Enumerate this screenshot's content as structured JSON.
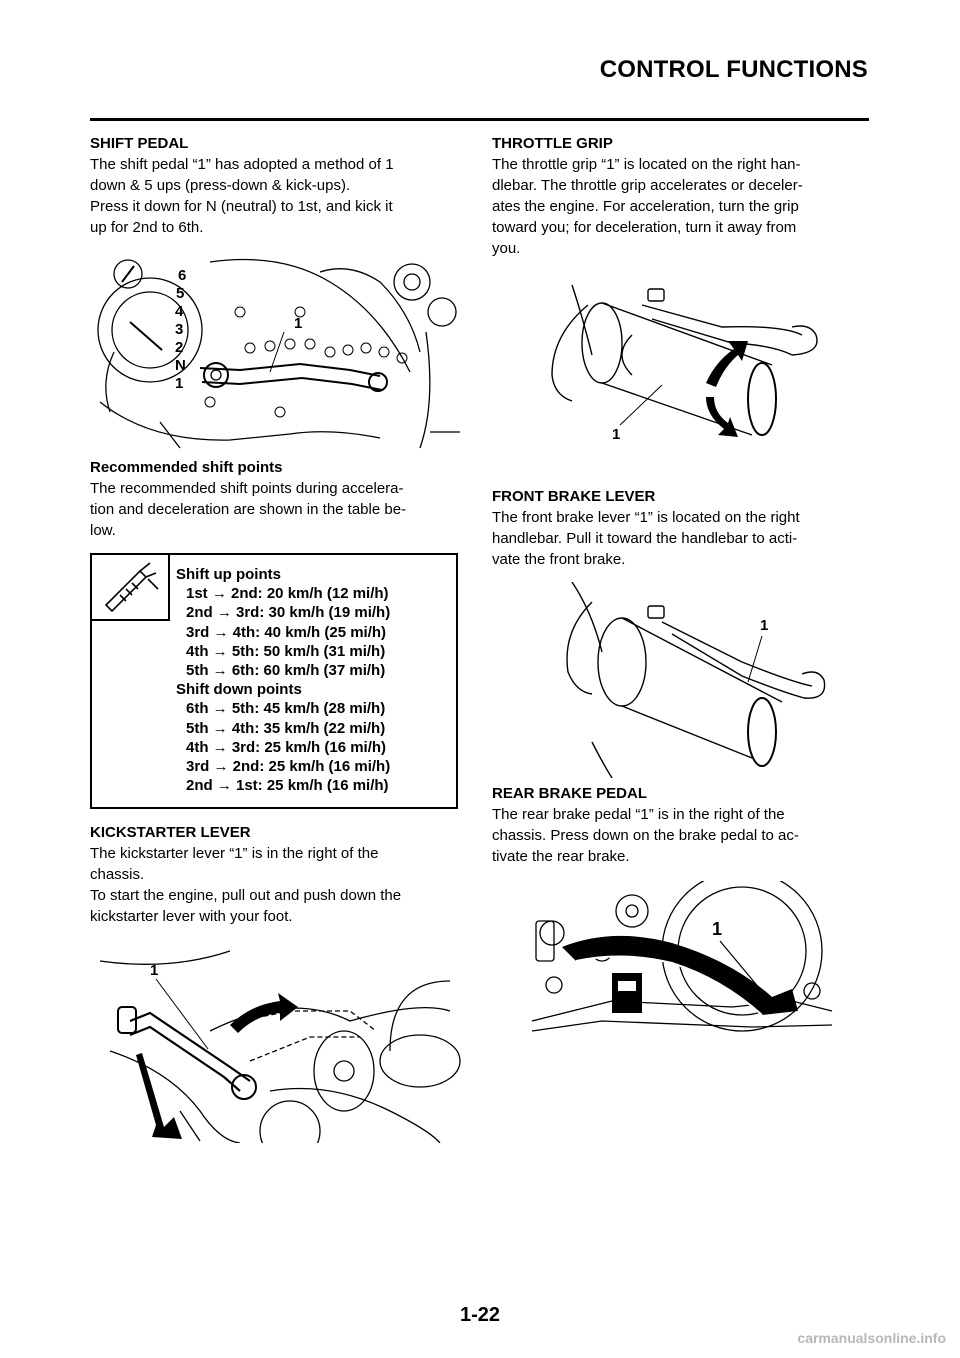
{
  "header": {
    "title": "CONTROL FUNCTIONS"
  },
  "shift_pedal": {
    "heading": "SHIFT PEDAL",
    "lines": [
      "The shift pedal “1” has adopted a method of 1",
      "down & 5 ups (press-down & kick-ups).",
      "Press it down for N (neutral) to 1st, and kick it",
      "up for 2nd to 6th."
    ],
    "figure_labels": [
      "6",
      "5",
      "4",
      "3",
      "2",
      "N",
      "1",
      "1"
    ]
  },
  "recommended": {
    "heading": "Recommended shift points",
    "lines": [
      "The recommended shift points during accelera-",
      "tion and deceleration are shown in the table be-",
      "low."
    ],
    "up_title": "Shift up points",
    "up": [
      "1st → 2nd: 20 km/h (12 mi/h)",
      "2nd → 3rd: 30 km/h (19 mi/h)",
      "3rd → 4th: 40 km/h (25 mi/h)",
      "4th → 5th: 50 km/h (31 mi/h)",
      "5th → 6th: 60 km/h (37 mi/h)"
    ],
    "down_title": "Shift down points",
    "down": [
      "6th → 5th: 45 km/h (28 mi/h)",
      "5th → 4th: 35 km/h (22 mi/h)",
      "4th → 3rd: 25 km/h (16 mi/h)",
      "3rd → 2nd: 25 km/h (16 mi/h)",
      "2nd → 1st: 25 km/h (16 mi/h)"
    ]
  },
  "kickstarter": {
    "heading": "KICKSTARTER LEVER",
    "lines": [
      "The kickstarter lever “1” is in the right of the",
      "chassis.",
      "To start the engine, pull out and push down the",
      "kickstarter lever with your foot."
    ],
    "figure_label": "1"
  },
  "throttle": {
    "heading": "THROTTLE GRIP",
    "lines": [
      "The throttle grip “1” is located on the right han-",
      "dlebar. The throttle grip accelerates or deceler-",
      "ates the engine. For acceleration, turn the grip",
      "toward you; for deceleration, turn it away from",
      "you."
    ],
    "figure_label": "1"
  },
  "front_brake": {
    "heading": "FRONT BRAKE LEVER",
    "lines": [
      "The front brake lever “1” is located on the right",
      "handlebar. Pull it toward the handlebar to acti-",
      "vate the front brake."
    ],
    "figure_label": "1"
  },
  "rear_brake": {
    "heading": "REAR BRAKE PEDAL",
    "lines": [
      "The rear brake pedal “1” is in the right of the",
      "chassis. Press down on the brake pedal to ac-",
      "tivate the rear brake."
    ],
    "figure_label": "1"
  },
  "footer": {
    "page_number": "1-22",
    "watermark": "carmanualsonline.info"
  }
}
